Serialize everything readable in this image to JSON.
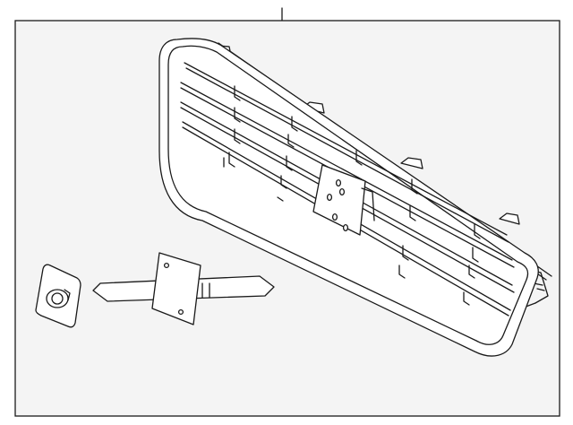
{
  "diagram": {
    "background_color": "#ffffff",
    "panel_color": "#f4f4f4",
    "line_color": "#1a1a1a",
    "parts": [
      {
        "name": "grille-assembly",
        "icon": "grille-icon"
      },
      {
        "name": "mounting-bracket",
        "icon": "bracket-icon"
      },
      {
        "name": "retainer-clip",
        "icon": "clip-icon"
      }
    ]
  }
}
